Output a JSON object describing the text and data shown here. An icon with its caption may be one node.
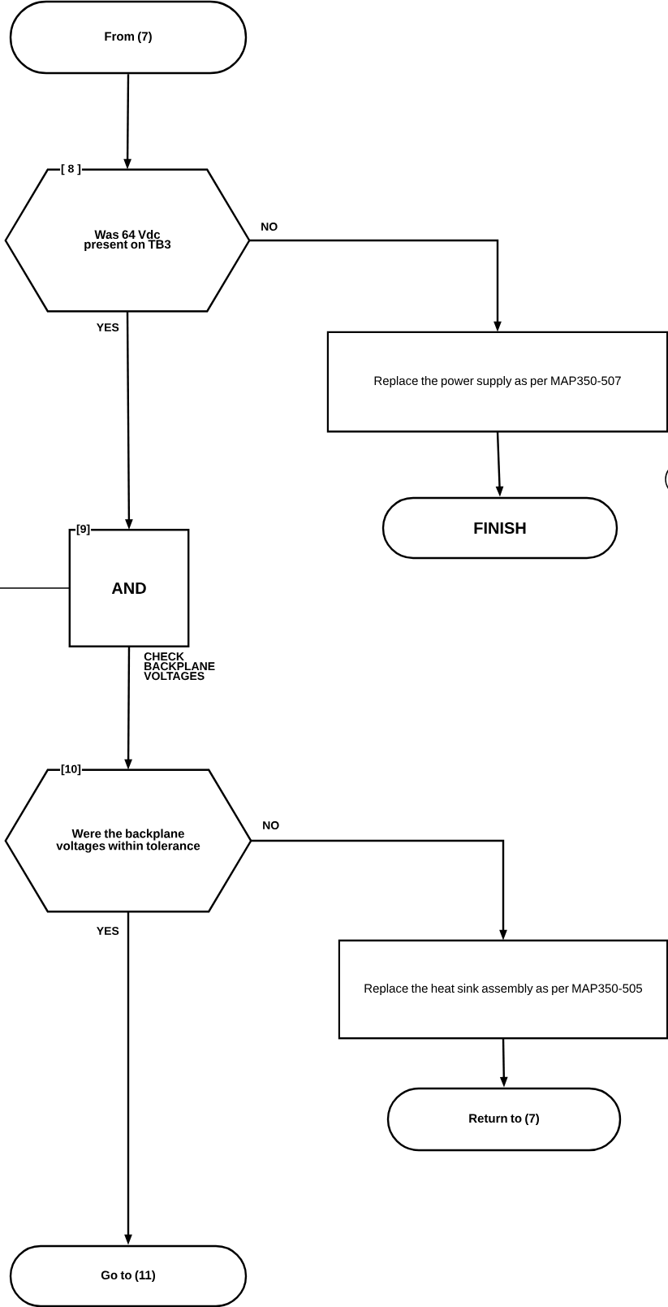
{
  "diagram": {
    "nodes": [
      {
        "text": [
          "From (7)"
        ]
      },
      {
        "text": [
          "[ 8 ]",
          "Was 64 Vdc present on TB3"
        ]
      },
      {
        "text": [
          "Replace the power supply as per MAP350-507"
        ]
      },
      {
        "text": [
          "FINISH"
        ]
      },
      {
        "text": [
          "[9]",
          "AND"
        ]
      },
      {
        "text": [
          "[10]",
          "Were the backplane voltages within tolerance"
        ]
      },
      {
        "text": [
          "Replace the heat sink assembly as per MAP350-505"
        ]
      },
      {
        "text": [
          "Return to (7)"
        ]
      },
      {
        "text": [
          "Go to (11)"
        ]
      }
    ],
    "edges": [
      {
        "from": 0,
        "to": 1,
        "arrow": "to"
      },
      {
        "from": 1,
        "to": 2,
        "arrow": "to",
        "label": "NO"
      },
      {
        "from": 1,
        "to": 4,
        "arrow": "to",
        "label": "YES"
      },
      {
        "from": 2,
        "to": 3,
        "arrow": "to"
      },
      {
        "from": null,
        "to": 4,
        "arrow": "none"
      },
      {
        "from": 4,
        "to": 5,
        "arrow": "to",
        "label": "CHECK BACKPLANE VOLTAGES"
      },
      {
        "from": 5,
        "to": 6,
        "arrow": "to",
        "label": "NO"
      },
      {
        "from": 5,
        "to": 8,
        "arrow": "to",
        "label": "YES"
      },
      {
        "from": 6,
        "to": 7,
        "arrow": "to"
      }
    ]
  }
}
